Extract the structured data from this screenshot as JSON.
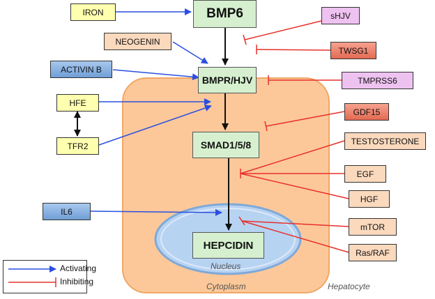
{
  "nodes": {
    "bmp6": "BMP6",
    "bmpr_hjv": "BMPR/HJV",
    "smad": "SMAD1/5/8",
    "hepcidin": "HEPCIDIN",
    "iron": "IRON",
    "neogenin": "NEOGENIN",
    "activin_b": "ACTIVIN B",
    "hfe": "HFE",
    "tfr2": "TFR2",
    "il6": "IL6",
    "shjv": "sHJV",
    "twsg1": "TWSG1",
    "tmprss6": "TMPRSS6",
    "gdf15": "GDF15",
    "testosterone": "TESTOSTERONE",
    "egf": "EGF",
    "hgf": "HGF",
    "mtor": "mTOR",
    "ras_raf": "Ras/RAF"
  },
  "regions": {
    "nucleus": "Nucleus",
    "cytoplasm": "Cytoplasm",
    "hepatocyte": "Hepatocyte"
  },
  "legend": {
    "activating": "Activating",
    "inhibiting": "Inhibiting"
  },
  "colors": {
    "activating": "#2a4fe0",
    "inhibiting": "#e8302a",
    "cell": "#fcc89a",
    "nucleus": "#b7d3f2"
  }
}
